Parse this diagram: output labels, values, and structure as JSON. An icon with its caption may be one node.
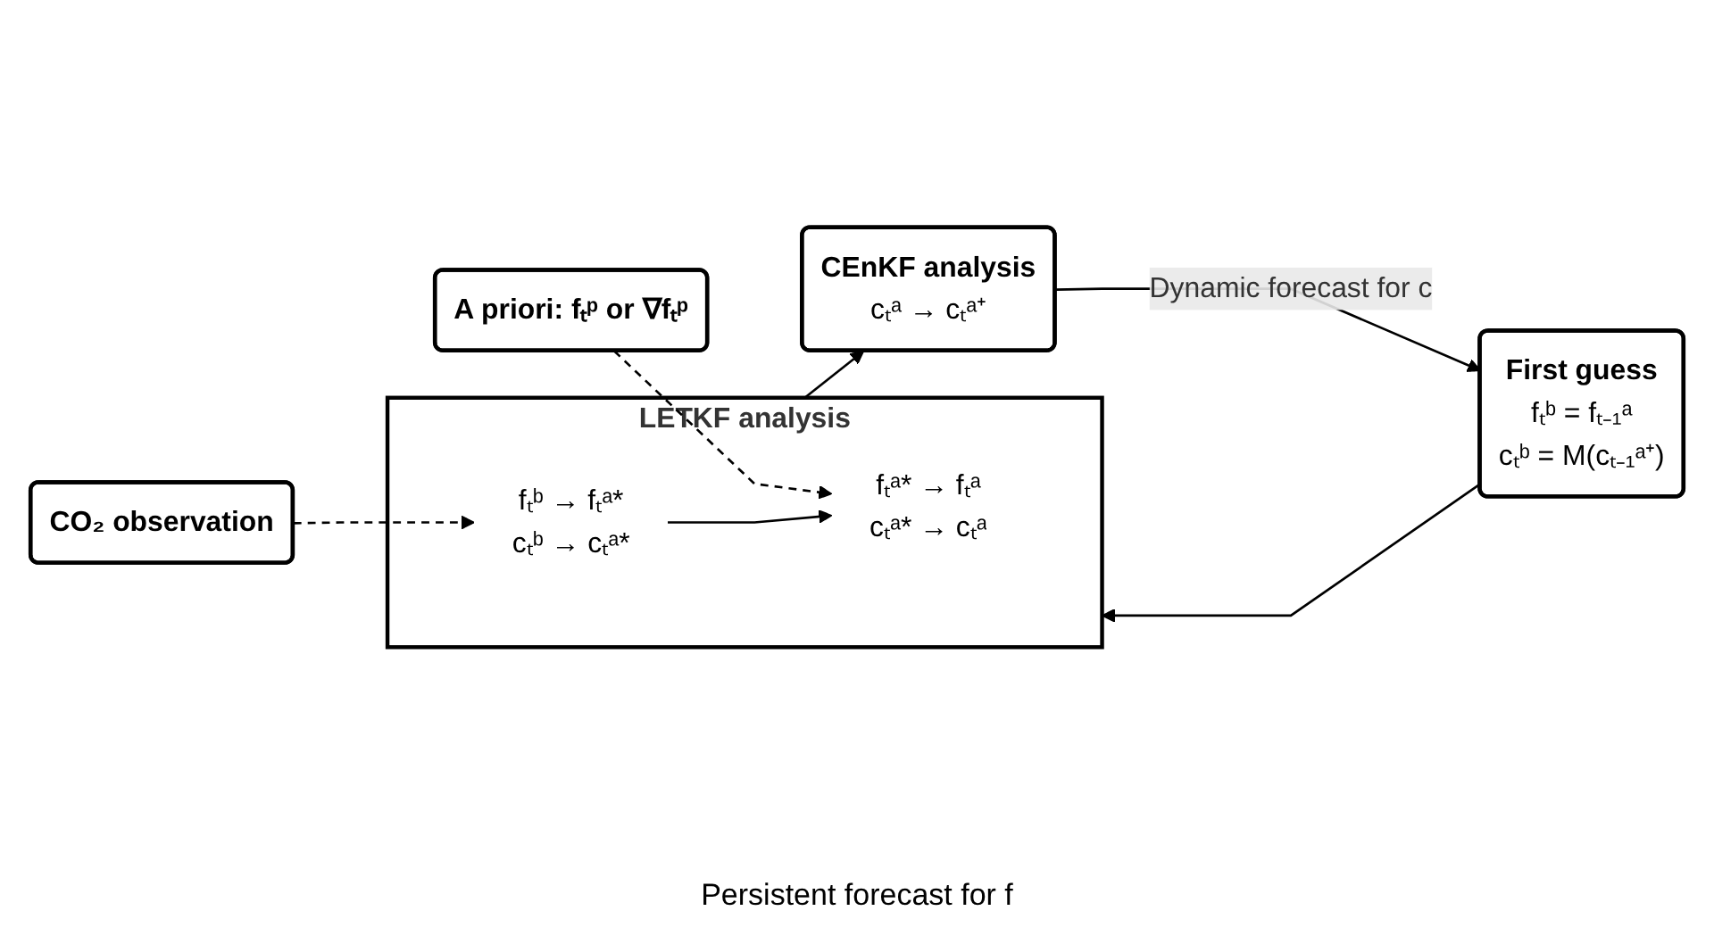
{
  "diagram": {
    "nodes": [
      {
        "text": [
          "LETKF analysis"
        ]
      },
      {
        "text": [
          "fₜᵇ → fₜᵃ*",
          "cₜᵇ → cₜᵃ*"
        ],
        "in": 0
      },
      {
        "text": [
          "fₜᵃ* → fₜᵃ",
          "cₜᵃ* → cₜᵃ"
        ],
        "in": 0
      },
      {
        "text": [
          "First guess",
          "fₜᵇ = fₜ₋₁ᵃ",
          "cₜᵇ = M(cₜ₋₁ᵃ⁺)"
        ]
      },
      {
        "text": [
          "CO₂ observation"
        ]
      },
      {
        "text": [
          "A priori: fₜᵖ or ∇fₜᵖ"
        ]
      },
      {
        "text": [
          "CEnKF analysis",
          "cₜᵃ → cₜᵃ⁺"
        ]
      }
    ],
    "edges": [
      {
        "from": 4,
        "to": 1,
        "arrow": "to",
        "style": "dashed"
      },
      {
        "from": 5,
        "to": 2,
        "arrow": "to",
        "style": "dashed"
      },
      {
        "from": 1,
        "to": 2,
        "arrow": "to"
      },
      {
        "from": 3,
        "to": 0,
        "arrow": "to"
      },
      {
        "from": 0,
        "to": 6,
        "arrow": "to"
      },
      {
        "from": 6,
        "to": 3,
        "arrow": "to",
        "label": "Dynamic forecast for c"
      }
    ],
    "labels": [
      "Persistent forecast for f"
    ]
  }
}
